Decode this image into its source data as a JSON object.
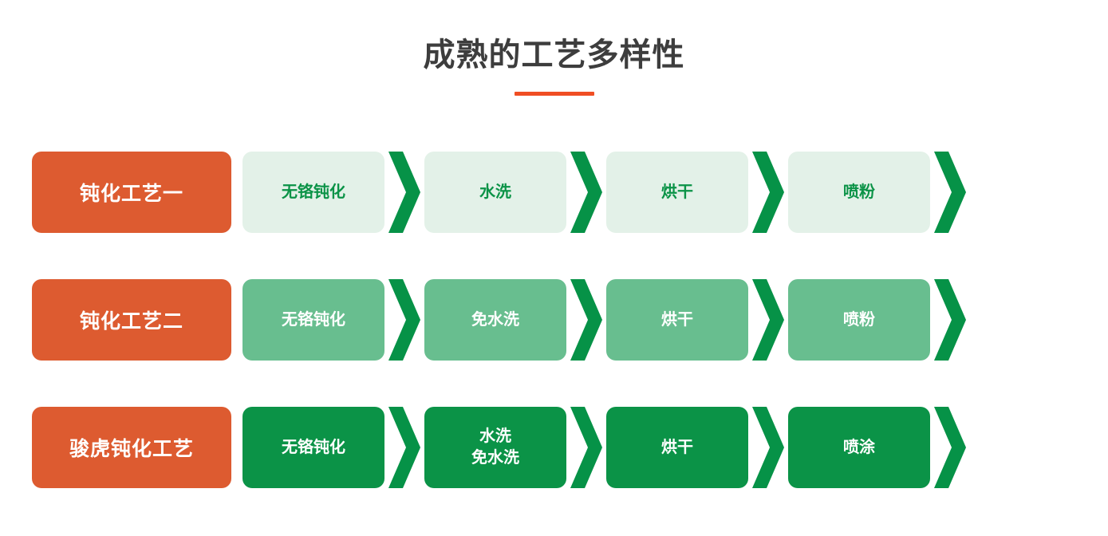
{
  "header": {
    "title": "成熟的工艺多样性",
    "accent_color": "#f04e23",
    "title_color": "#3d3d3d"
  },
  "colors": {
    "background": "#ffffff",
    "label_orange": "#dd5b30",
    "green_light_bg": "#e3f1e8",
    "green_light_text": "#0b9347",
    "green_mid_bg": "#68be8f",
    "green_dark_bg": "#0b9347",
    "chevron": "#069247",
    "white_text": "#ffffff"
  },
  "rows": [
    {
      "label": "钝化工艺一",
      "tone": "light",
      "steps": [
        {
          "line1": "无铬钝化",
          "line2": ""
        },
        {
          "line1": "水洗",
          "line2": ""
        },
        {
          "line1": "烘干",
          "line2": ""
        },
        {
          "line1": "喷粉",
          "line2": ""
        }
      ]
    },
    {
      "label": "钝化工艺二",
      "tone": "mid",
      "steps": [
        {
          "line1": "无铬钝化",
          "line2": ""
        },
        {
          "line1": "免水洗",
          "line2": ""
        },
        {
          "line1": "烘干",
          "line2": ""
        },
        {
          "line1": "喷粉",
          "line2": ""
        }
      ]
    },
    {
      "label": "骏虎钝化工艺",
      "tone": "dark",
      "steps": [
        {
          "line1": "无铬钝化",
          "line2": ""
        },
        {
          "line1": "水洗",
          "line2": "免水洗"
        },
        {
          "line1": "烘干",
          "line2": ""
        },
        {
          "line1": "喷涂",
          "line2": ""
        }
      ]
    }
  ],
  "icons": {
    "chevron": "chevron-right-icon"
  }
}
